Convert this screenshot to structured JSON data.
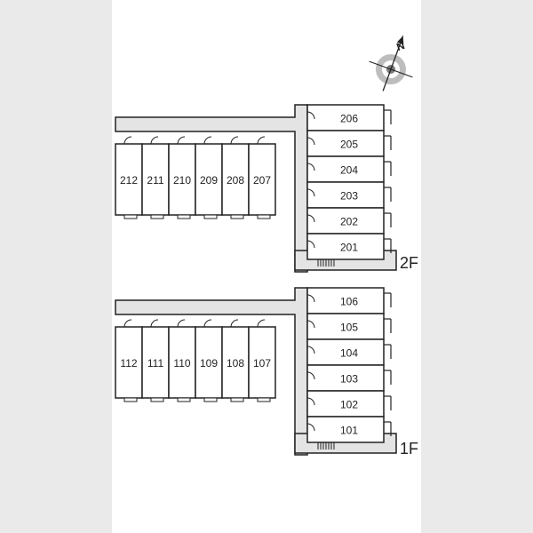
{
  "compass": {
    "north_label": "N",
    "icon": "compass-north-icon"
  },
  "floors": [
    {
      "label": "2F",
      "row_rooms": [
        "212",
        "211",
        "210",
        "209",
        "208",
        "207"
      ],
      "column_rooms": [
        "206",
        "205",
        "204",
        "203",
        "202",
        "201"
      ]
    },
    {
      "label": "1F",
      "row_rooms": [
        "112",
        "111",
        "110",
        "109",
        "108",
        "107"
      ],
      "column_rooms": [
        "106",
        "105",
        "104",
        "103",
        "102",
        "101"
      ]
    }
  ],
  "colors": {
    "corridor": "#e4e4e4",
    "wall": "#222222",
    "room": "#ffffff",
    "background": "#eaeaea",
    "sheet": "#ffffff"
  }
}
